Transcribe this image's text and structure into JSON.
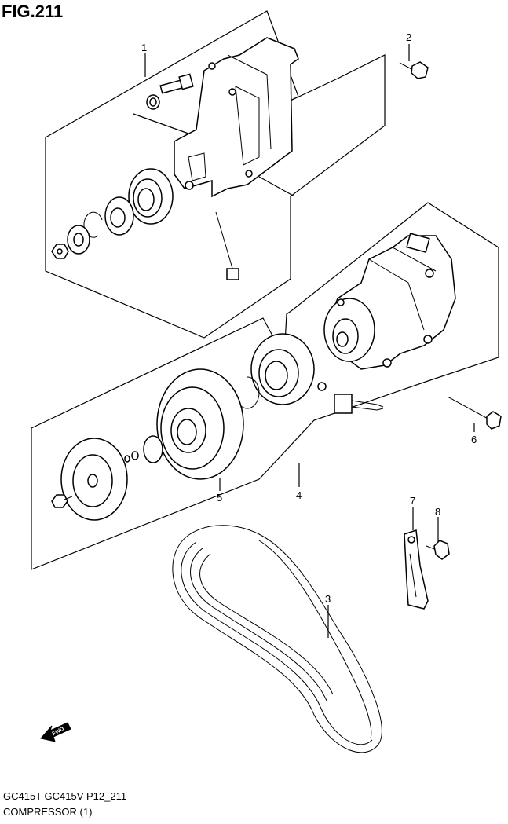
{
  "figure": {
    "title": "FIG.211"
  },
  "callouts": [
    {
      "id": "1",
      "label": "1"
    },
    {
      "id": "2",
      "label": "2"
    },
    {
      "id": "3",
      "label": "3"
    },
    {
      "id": "4",
      "label": "4"
    },
    {
      "id": "5",
      "label": "5"
    },
    {
      "id": "6",
      "label": "6"
    },
    {
      "id": "7",
      "label": "7"
    },
    {
      "id": "8",
      "label": "8"
    }
  ],
  "fwd_label": "FWD",
  "footer": {
    "models": "GC415T GC415V P12_211",
    "caption": "COMPRESSOR (1)"
  }
}
